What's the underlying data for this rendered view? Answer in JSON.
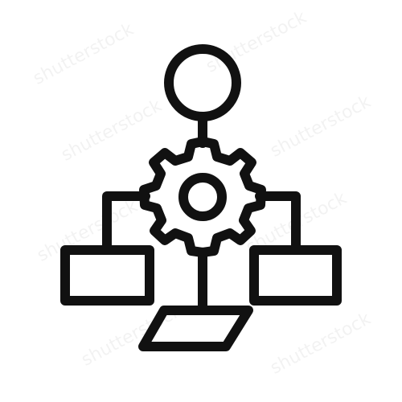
{
  "image": {
    "side_id": "1475163793",
    "colors": {
      "background": "#ffffff",
      "stroke": "#111111",
      "text": "#3a3a3a"
    }
  },
  "icon": {
    "name": "workflow-process-gear-icon",
    "parts": [
      "process-start-circle-icon",
      "gear-icon",
      "left-process-box-icon",
      "right-process-box-icon",
      "bottom-parallelogram-icon",
      "connector-lines"
    ]
  },
  "watermarks": {
    "count": 8,
    "text": "shutterstock"
  }
}
